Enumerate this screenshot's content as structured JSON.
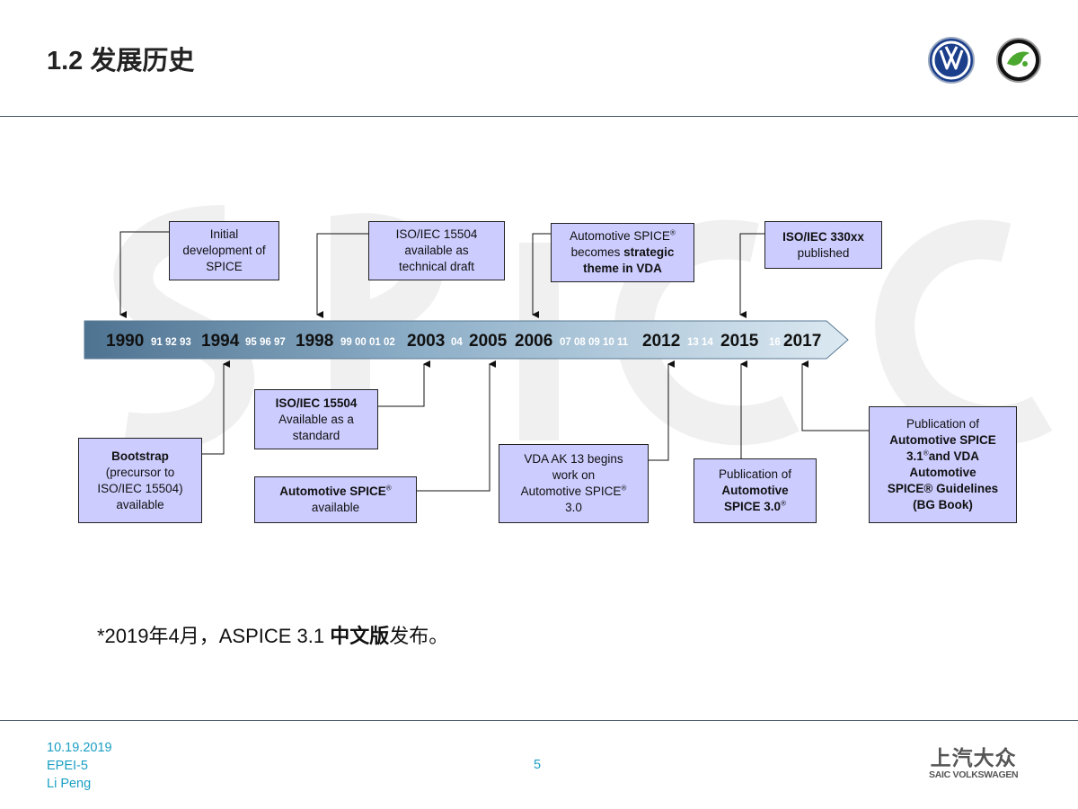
{
  "header": {
    "title": "1.2 发展历史"
  },
  "timeline": {
    "major_years": [
      "1990",
      "1994",
      "1998",
      "2003",
      "2005",
      "2006",
      "2012",
      "2015",
      "2017"
    ],
    "minor_labels": [
      "91 92 93",
      "95 96 97",
      "99 00 01 02",
      "04",
      "07 08 09 10 11",
      "13 14",
      "16"
    ]
  },
  "events_top": [
    {
      "line1": "Initial",
      "line2": "development of",
      "line3": "SPICE"
    },
    {
      "line1": "ISO/IEC 15504",
      "line2": "available as",
      "line3": "technical draft"
    },
    {
      "line1": "Automotive SPICE",
      "sup": "®",
      "line2a": "becomes ",
      "line2b": "strategic",
      "line3": "theme in VDA"
    },
    {
      "line1": "ISO/IEC 330xx",
      "line2": "published"
    }
  ],
  "events_bottom": [
    {
      "line1": "Bootstrap",
      "line2": "(precursor to",
      "line3": "ISO/IEC 15504)",
      "line4": "available"
    },
    {
      "line1": "ISO/IEC 15504",
      "line2": "Available as a",
      "line3": "standard"
    },
    {
      "line1": "Automotive SPICE",
      "sup": "®",
      "line2": "available"
    },
    {
      "line1": "VDA AK 13 begins",
      "line2": "work on",
      "line3": "Automotive SPICE",
      "sup": "®",
      "line4": "3.0"
    },
    {
      "line1": "Publication of",
      "line2": "Automotive",
      "line3": "SPICE 3.0",
      "sup": "®"
    },
    {
      "line1": "Publication of",
      "line2": "Automotive SPICE",
      "line3a": "3.1",
      "sup": "®",
      "line3b": "and VDA",
      "line4": "Automotive",
      "line5": "SPICE® Guidelines",
      "line6": "(BG Book)"
    }
  ],
  "note": {
    "prefix": "*2019年4月，ASPICE 3.1 ",
    "bold": "中文版",
    "suffix": "发布。"
  },
  "footer": {
    "date": "10.19.2019",
    "dept": "EPEI-5",
    "author": "Li Peng",
    "page": "5",
    "brand_cn": "上汽大众",
    "brand_en": "SAIC VOLKSWAGEN"
  },
  "colors": {
    "box_fill": "#ccccff",
    "arrow_dark": "#4e7391",
    "arrow_light": "#d2e2ee",
    "footer_text": "#1a9fc4",
    "skoda_green": "#4ba82e",
    "vw_blue": "#1c3f8c"
  }
}
